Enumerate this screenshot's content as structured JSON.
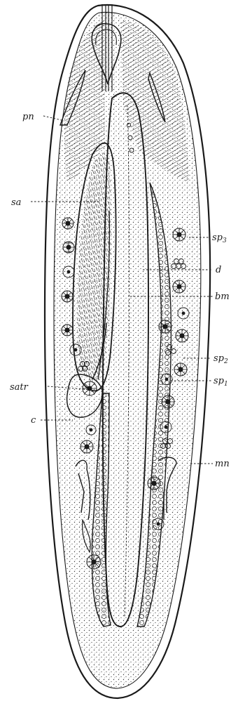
{
  "labels": {
    "pn": "pn",
    "sa": "sa",
    "satr": "satr",
    "c": "c",
    "sp3_base": "sp",
    "sp3_sub": "3",
    "d": "d",
    "bm": "bm",
    "sp2_base": "sp",
    "sp2_sub": "2",
    "sp1_base": "sp",
    "sp1_sub": "1",
    "mn": "mn"
  },
  "colors": {
    "ink": "#1a1a1a",
    "paper": "#ffffff"
  }
}
